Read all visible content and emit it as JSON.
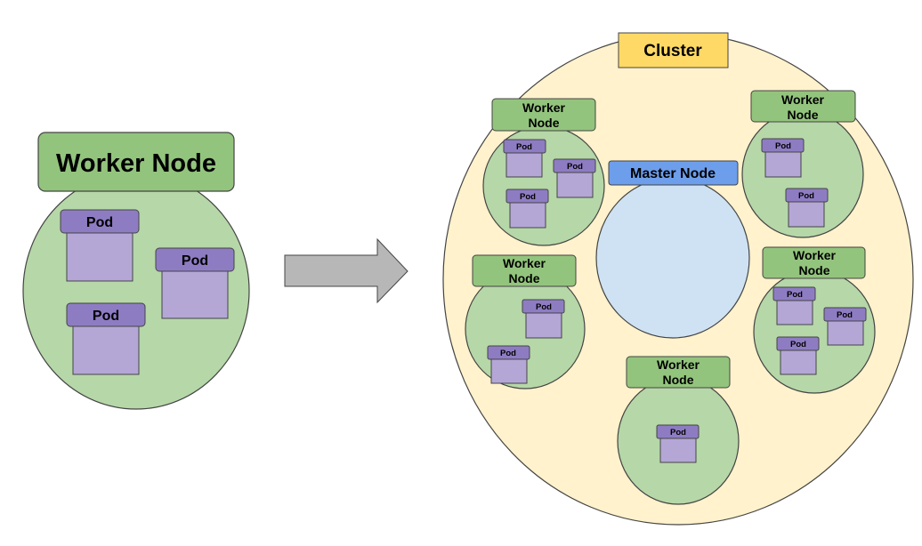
{
  "single_worker": {
    "title": "Worker Node",
    "pods": [
      "Pod",
      "Pod",
      "Pod"
    ]
  },
  "arrow": {
    "direction": "right"
  },
  "cluster": {
    "title": "Cluster",
    "master": {
      "title": "Master Node"
    },
    "workers": [
      {
        "title_line1": "Worker",
        "title_line2": "Node",
        "pods": [
          "Pod",
          "Pod",
          "Pod"
        ]
      },
      {
        "title_line1": "Worker",
        "title_line2": "Node",
        "pods": [
          "Pod",
          "Pod"
        ]
      },
      {
        "title_line1": "Worker",
        "title_line2": "Node",
        "pods": [
          "Pod",
          "Pod"
        ]
      },
      {
        "title_line1": "Worker",
        "title_line2": "Node",
        "pods": [
          "Pod",
          "Pod",
          "Pod"
        ]
      },
      {
        "title_line1": "Worker",
        "title_line2": "Node",
        "pods": [
          "Pod"
        ]
      }
    ]
  },
  "colors": {
    "worker_fill": "#b6d7a8",
    "worker_label": "#93c47d",
    "pod_header": "#8e7cc3",
    "pod_body": "#b4a7d6",
    "cluster_fill": "#fff2cc",
    "cluster_label": "#ffd966",
    "master_fill": "#cfe2f3",
    "master_label": "#6d9eeb",
    "arrow_fill": "#b7b7b7",
    "stroke": "#444444"
  }
}
